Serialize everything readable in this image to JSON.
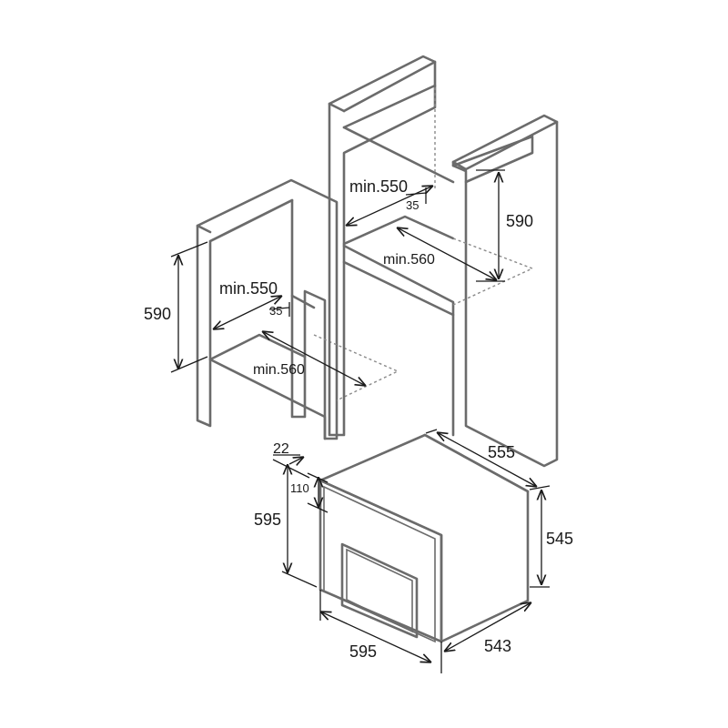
{
  "colors": {
    "outline": "#6b6b6b",
    "dimension": "#1a1a1a",
    "background": "#ffffff"
  },
  "labels": {
    "left_cabinet": {
      "min_depth": "min.550",
      "clearance": "35",
      "height": "590",
      "min_width": "min.560"
    },
    "tall_cabinet": {
      "min_depth": "min.550",
      "clearance": "35",
      "height": "590",
      "min_width": "min.560"
    },
    "oven": {
      "door_offset": "22",
      "panel_height": "110",
      "front_height": "595",
      "depth_top": "555",
      "body_height": "545",
      "front_width": "595",
      "body_depth": "543"
    }
  }
}
